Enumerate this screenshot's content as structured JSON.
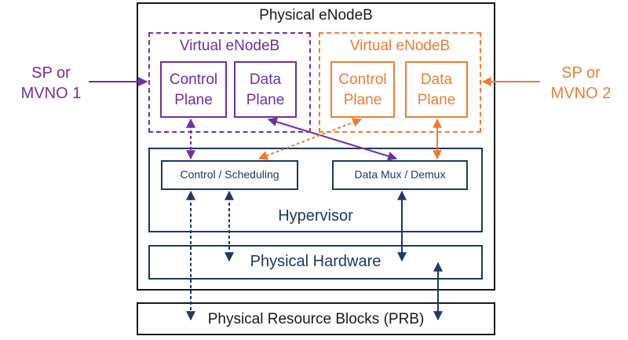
{
  "physical_enodeb": {
    "title": "Physical eNodeB"
  },
  "virtual_enodeb_1": {
    "title": "Virtual eNodeB",
    "control_plane": [
      "Control",
      "Plane"
    ],
    "data_plane": [
      "Data",
      "Plane"
    ]
  },
  "virtual_enodeb_2": {
    "title": "Virtual eNodeB",
    "control_plane": [
      "Control",
      "Plane"
    ],
    "data_plane": [
      "Data",
      "Plane"
    ]
  },
  "provider_1": {
    "lines": [
      "SP or",
      "MVNO 1"
    ]
  },
  "provider_2": {
    "lines": [
      "SP or",
      "MVNO 2"
    ]
  },
  "hypervisor": {
    "title": "Hypervisor",
    "control_scheduling": "Control / Scheduling",
    "data_mux": "Data Mux / Demux"
  },
  "physical_hardware": {
    "label": "Physical Hardware"
  },
  "prb": {
    "label": "Physical Resource Blocks (PRB)"
  },
  "colors": {
    "purple": "#7030a0",
    "orange": "#ed7d31",
    "navy": "#1f3864",
    "black": "#1a1a1a"
  }
}
